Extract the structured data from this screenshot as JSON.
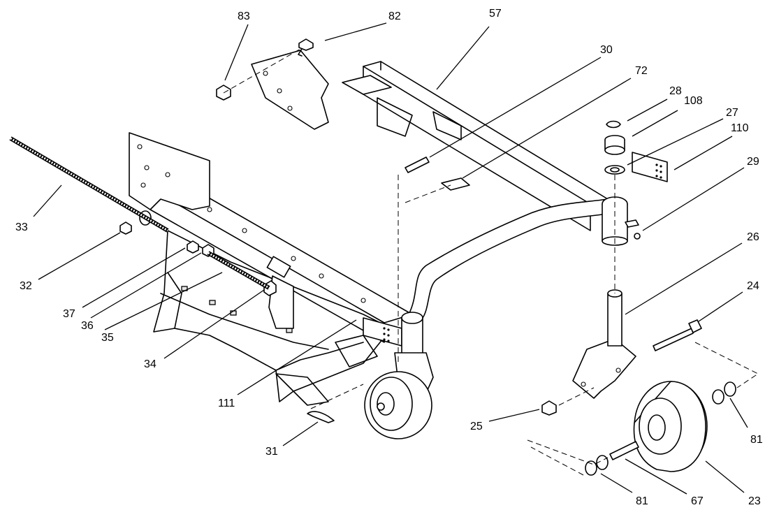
{
  "callouts": {
    "c83": "83",
    "c82": "82",
    "c57": "57",
    "c30": "30",
    "c72": "72",
    "c28": "28",
    "c108": "108",
    "c27": "27",
    "c110": "110",
    "c29": "29",
    "c26": "26",
    "c24": "24",
    "c33": "33",
    "c32": "32",
    "c37": "37",
    "c36": "36",
    "c35": "35",
    "c34": "34",
    "c111": "111",
    "c31": "31",
    "c25": "25",
    "c81a": "81",
    "c81b": "81",
    "c67": "67",
    "c23": "23"
  }
}
